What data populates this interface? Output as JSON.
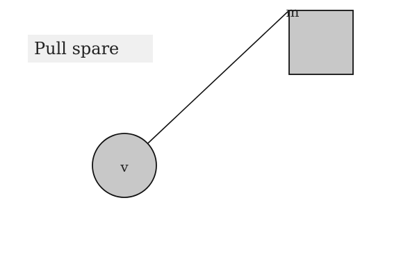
{
  "title": "Pull spare",
  "nodes": {
    "circle": {
      "label": "v"
    },
    "square": {
      "label": "m"
    }
  },
  "colors": {
    "node_fill": "#c8c8c8",
    "node_stroke": "#111111",
    "edge": "#111111",
    "title_background": "#f0f0f0",
    "text": "#222222"
  }
}
